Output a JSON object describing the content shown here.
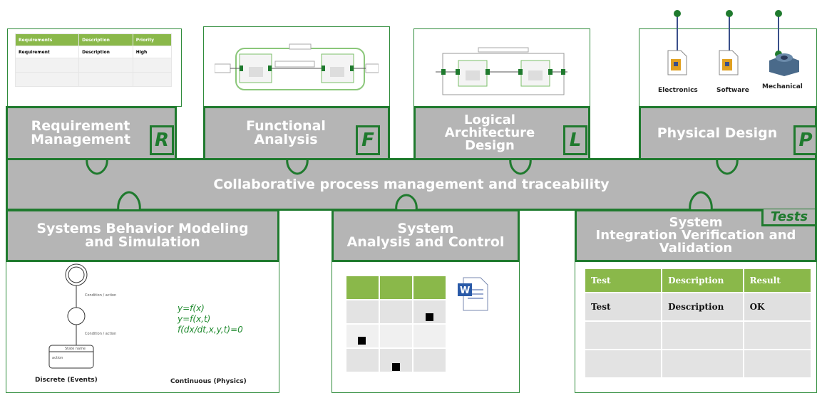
{
  "top_cards": {
    "requirements_table": {
      "headers": [
        "Requirements",
        "Description",
        "Priority"
      ],
      "rows": [
        [
          "Requirement",
          "Description",
          "High"
        ],
        [
          "",
          "",
          ""
        ],
        [
          "",
          "",
          ""
        ]
      ]
    },
    "physical_labels": [
      "Electronics",
      "Software",
      "Mechanical"
    ]
  },
  "top_bands": [
    {
      "title_line1": "Requirement",
      "title_line2": "Management",
      "letter": "R"
    },
    {
      "title_line1": "Functional",
      "title_line2": "Analysis",
      "letter": "F"
    },
    {
      "title_line1": "Logical",
      "title_line2": "Architecture",
      "title_line3": "Design",
      "letter": "L"
    },
    {
      "title_line1": "Physical Design",
      "letter": "P"
    }
  ],
  "center_band": {
    "title": "Collaborative process management and traceability"
  },
  "bottom_bands": [
    {
      "title_line1": "Systems Behavior Modeling",
      "title_line2": "and Simulation"
    },
    {
      "title_line1": "System",
      "title_line2": "Analysis and Control"
    },
    {
      "title_line1": "System",
      "title_line2": "Integration Verification and",
      "title_line3": "Validation",
      "tag": "Tests"
    }
  ],
  "behavior_card": {
    "conditions": [
      "Condition / action",
      "Condition / action"
    ],
    "state_label": "State name",
    "action_label": "action",
    "equations": [
      "y=f(x)",
      "y=f(x,t)",
      "f(dx/dt,x,y,t)=0"
    ],
    "caption_left": "Discrete (Events)",
    "caption_right": "Continuous (Physics)"
  },
  "results_table": {
    "headers": [
      "Test",
      "Description",
      "Result"
    ],
    "rows": [
      [
        "Test",
        "Description",
        "OK"
      ],
      [
        "",
        "",
        ""
      ],
      [
        "",
        "",
        ""
      ]
    ]
  },
  "colors": {
    "green": "#1f7a2e",
    "band_gray": "#b5b5b5",
    "table_green": "#8ab84a"
  }
}
